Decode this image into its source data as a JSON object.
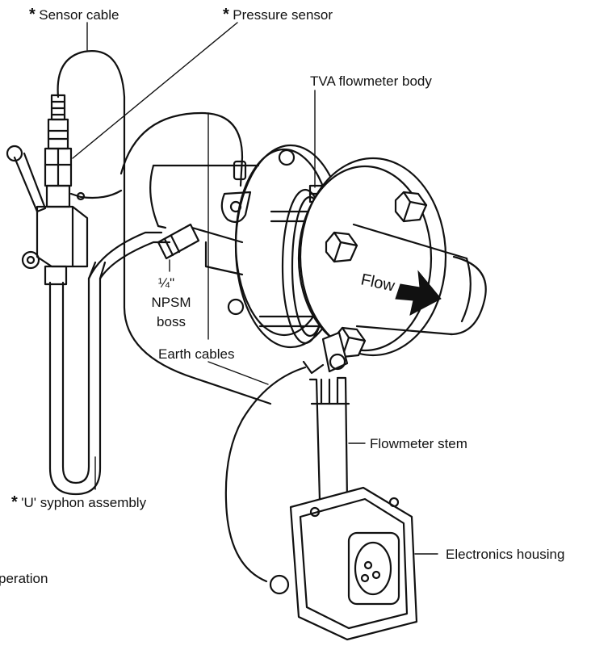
{
  "labels": {
    "sensor_cable": {
      "star": "*",
      "text": "Sensor cable"
    },
    "pressure_sensor": {
      "star": "*",
      "text": "Pressure sensor"
    },
    "flowmeter_body": "TVA flowmeter body",
    "npsm_line1": "¼\"",
    "npsm_line2": "NPSM",
    "npsm_line3": "boss",
    "earth_cables": "Earth cables",
    "flowmeter_stem": "Flowmeter stem",
    "syphon": {
      "star": "*",
      "text": "'U' syphon assembly"
    },
    "electronics_housing": "Electronics housing",
    "operation": "peration",
    "flow": "Flow"
  }
}
